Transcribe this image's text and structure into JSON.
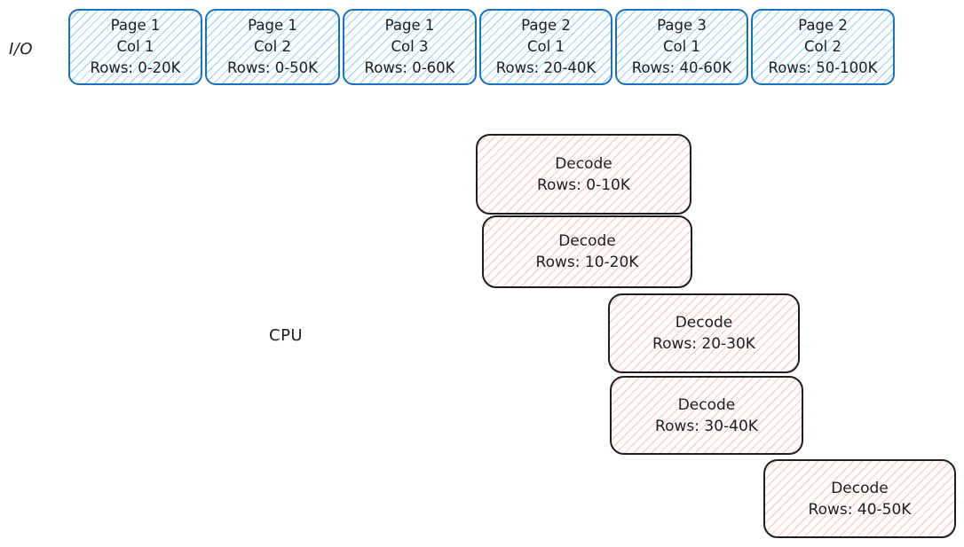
{
  "lanes": {
    "io_label": "I/O",
    "cpu_label": "CPU"
  },
  "colors": {
    "io_stroke": "#1971c2",
    "io_fill": "#a5d8ff",
    "cpu_stroke": "#1e1e1e",
    "cpu_fill": "#ffc9c9"
  },
  "io_pages": [
    {
      "page": "Page 1",
      "col": "Col 1",
      "rows": "Rows: 0-20K"
    },
    {
      "page": "Page 1",
      "col": "Col 2",
      "rows": "Rows: 0-50K"
    },
    {
      "page": "Page 1",
      "col": "Col 3",
      "rows": "Rows: 0-60K"
    },
    {
      "page": "Page 2",
      "col": "Col 1",
      "rows": "Rows: 20-40K"
    },
    {
      "page": "Page 3",
      "col": "Col 1",
      "rows": "Rows: 40-60K"
    },
    {
      "page": "Page 2",
      "col": "Col 2",
      "rows": "Rows: 50-100K"
    }
  ],
  "cpu_tasks": [
    {
      "label": "Decode",
      "rows": "Rows: 0-10K"
    },
    {
      "label": "Decode",
      "rows": "Rows: 10-20K"
    },
    {
      "label": "Decode",
      "rows": "Rows: 20-30K"
    },
    {
      "label": "Decode",
      "rows": "Rows: 30-40K"
    },
    {
      "label": "Decode",
      "rows": "Rows: 40-50K"
    }
  ]
}
